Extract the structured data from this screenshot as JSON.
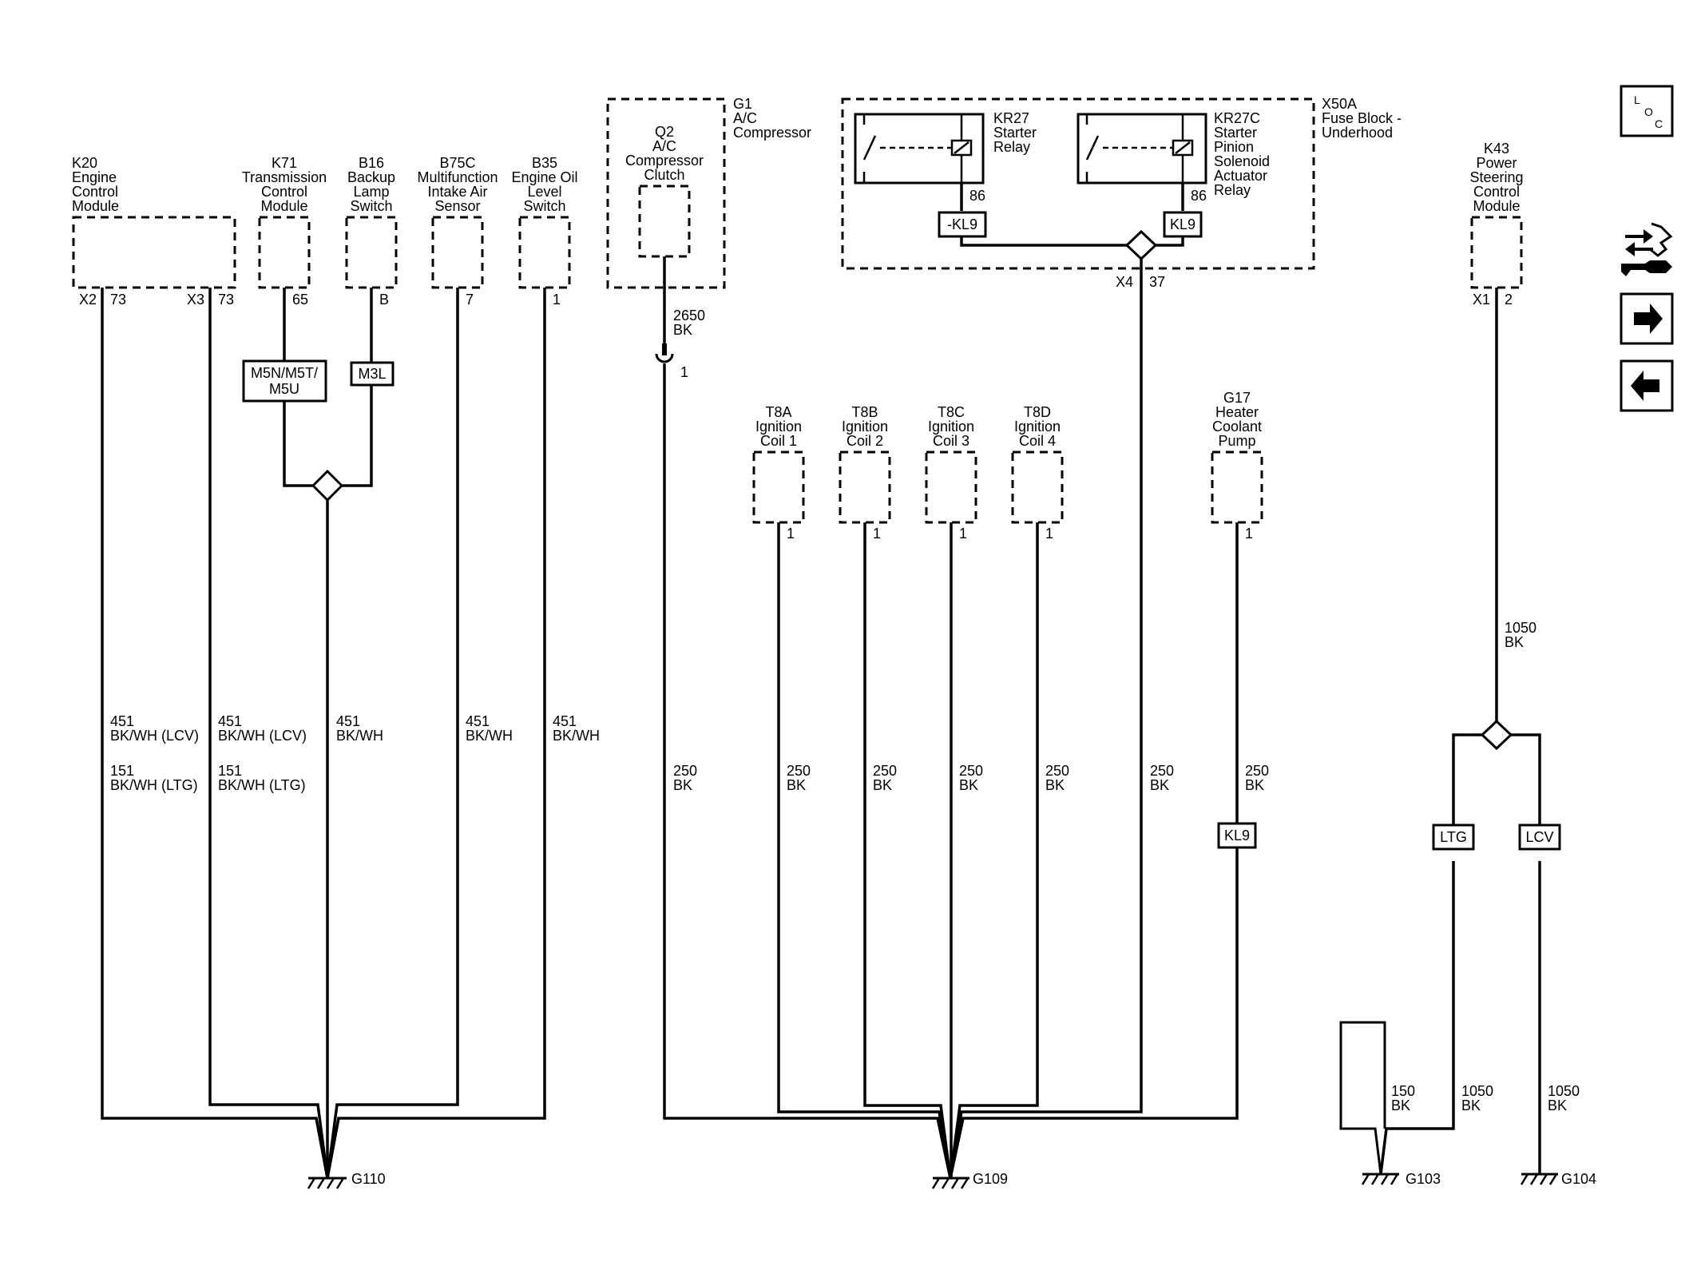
{
  "components": {
    "k20": {
      "lines": [
        "K20",
        "Engine",
        "Control",
        "Module"
      ]
    },
    "k71": {
      "lines": [
        "K71",
        "Transmission",
        "Control",
        "Module"
      ]
    },
    "b16": {
      "lines": [
        "B16",
        "Backup",
        "Lamp",
        "Switch"
      ]
    },
    "b75c": {
      "lines": [
        "B75C",
        "Multifunction",
        "Intake Air",
        "Sensor"
      ]
    },
    "b35": {
      "lines": [
        "B35",
        "Engine Oil",
        "Level",
        "Switch"
      ]
    },
    "q2": {
      "lines": [
        "Q2",
        "A/C",
        "Compressor",
        "Clutch"
      ]
    },
    "g1": {
      "lines": [
        "G1",
        "A/C",
        "Compressor"
      ]
    },
    "kr27": {
      "lines": [
        "KR27",
        "Starter",
        "Relay"
      ]
    },
    "kr27c": {
      "lines": [
        "KR27C",
        "Starter",
        "Pinion",
        "Solenoid",
        "Actuator",
        "Relay"
      ]
    },
    "x50a": {
      "lines": [
        "X50A",
        "Fuse Block -",
        "Underhood"
      ]
    },
    "k43": {
      "lines": [
        "K43",
        "Power",
        "Steering",
        "Control",
        "Module"
      ]
    },
    "t8a": {
      "lines": [
        "T8A",
        "Ignition",
        "Coil 1"
      ]
    },
    "t8b": {
      "lines": [
        "T8B",
        "Ignition",
        "Coil 2"
      ]
    },
    "t8c": {
      "lines": [
        "T8C",
        "Ignition",
        "Coil 3"
      ]
    },
    "t8d": {
      "lines": [
        "T8D",
        "Ignition",
        "Coil 4"
      ]
    },
    "g17": {
      "lines": [
        "G17",
        "Heater",
        "Coolant",
        "Pump"
      ]
    }
  },
  "pins": {
    "k20_x2": "X2",
    "k20_x2_pin": "73",
    "k20_x3": "X3",
    "k20_x3_pin": "73",
    "k71_pin": "65",
    "b16_pin": "B",
    "b75c_pin": "7",
    "b35_pin": "1",
    "q2_pin": "1",
    "kr27_pin": "86",
    "kr27c_pin": "86",
    "x50a_conn": "X4",
    "x50a_pin": "37",
    "k43_conn": "X1",
    "k43_pin": "2",
    "t8a_pin": "1",
    "t8b_pin": "1",
    "t8c_pin": "1",
    "t8d_pin": "1",
    "g17_pin": "1"
  },
  "options": {
    "m5n": [
      "M5N/M5T/",
      "M5U"
    ],
    "m3l": "M3L",
    "minus_kl9": "-KL9",
    "kl9_relay": "KL9",
    "kl9_pump": "KL9",
    "ltg": "LTG",
    "lcv": "LCV"
  },
  "wires": {
    "k20_a": [
      "451",
      "BK/WH (LCV)"
    ],
    "k20_b": [
      "151",
      "BK/WH (LTG)"
    ],
    "k20x3_a": [
      "451",
      "BK/WH (LCV)"
    ],
    "k20x3_b": [
      "151",
      "BK/WH (LTG)"
    ],
    "k71": [
      "451",
      "BK/WH"
    ],
    "b75c": [
      "451",
      "BK/WH"
    ],
    "b35": [
      "451",
      "BK/WH"
    ],
    "q2": [
      "2650",
      "BK"
    ],
    "q2_low": [
      "250",
      "BK"
    ],
    "t8a": [
      "250",
      "BK"
    ],
    "t8b": [
      "250",
      "BK"
    ],
    "t8c": [
      "250",
      "BK"
    ],
    "t8d": [
      "250",
      "BK"
    ],
    "x50a": [
      "250",
      "BK"
    ],
    "g17": [
      "250",
      "BK"
    ],
    "k43": [
      "1050",
      "BK"
    ],
    "g103_150": [
      "150",
      "BK"
    ],
    "g103_1050": [
      "1050",
      "BK"
    ],
    "g104": [
      "1050",
      "BK"
    ]
  },
  "grounds": {
    "g110": "G110",
    "g109": "G109",
    "g103": "G103",
    "g104": "G104"
  },
  "nav": {
    "loc_letters": [
      "L",
      "O",
      "C"
    ]
  }
}
